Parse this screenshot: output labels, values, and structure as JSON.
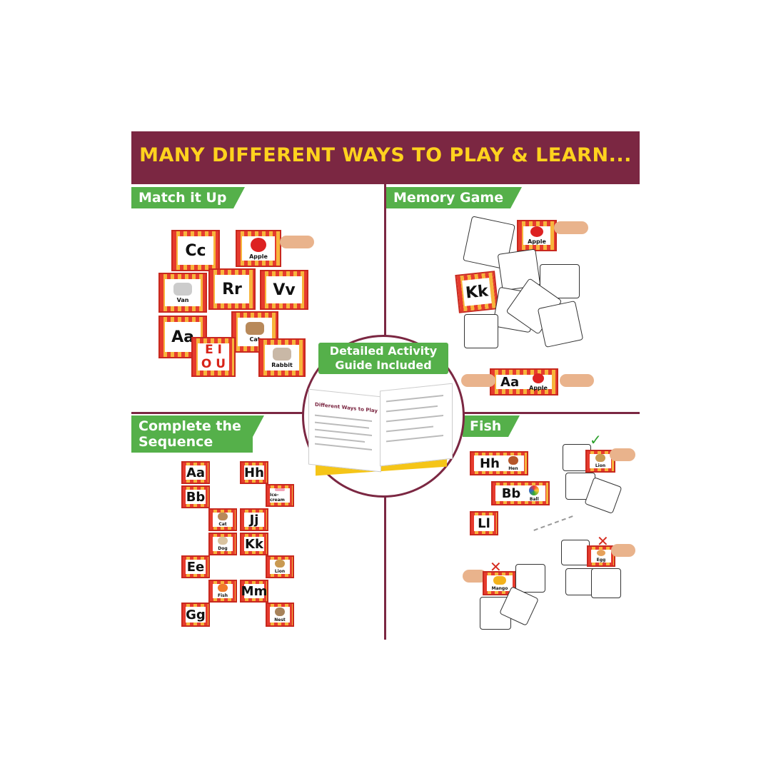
{
  "banner": {
    "title": "MANY DIFFERENT WAYS TO PLAY & LEARN..."
  },
  "sections": {
    "match": {
      "label": "Match it Up"
    },
    "memory": {
      "label": "Memory Game"
    },
    "sequence": {
      "label_line1": "Complete the",
      "label_line2": "Sequence"
    },
    "fish": {
      "label": "Fish"
    },
    "guide": {
      "label_line1": "Detailed Activity",
      "label_line2": "Guide Included",
      "booklet_title": "Different Ways to Play"
    }
  },
  "match_cards": {
    "cc": "Cc",
    "apple": "Apple",
    "van": "Van",
    "rr": "Rr",
    "vv": "Vv",
    "aa": "Aa",
    "cat": "Cat",
    "eiou_top": "E I",
    "eiou_bottom": "O U",
    "rabbit": "Rabbit"
  },
  "memory_cards": {
    "apple": "Apple",
    "kk": "Kk",
    "aa": "Aa",
    "apple2": "Apple"
  },
  "sequence_cards": {
    "aa": "Aa",
    "bb": "Bb",
    "hh": "Hh",
    "icecream": "Ice-cream",
    "cat": "Cat",
    "jj": "Jj",
    "dog": "Dog",
    "kk": "Kk",
    "ee": "Ee",
    "lion": "Lion",
    "fish": "Fish",
    "mm": "Mm",
    "gg": "Gg",
    "nest": "Nest"
  },
  "fish_cards": {
    "hh": "Hh",
    "hen": "Hen",
    "bb": "Bb",
    "ball": "Ball",
    "ll": "Ll",
    "lion": "Lion",
    "egg": "Egg",
    "mango": "Mango"
  },
  "marks": {
    "correct": "✓",
    "wrong": "✕"
  },
  "colors": {
    "banner": "#7b2742",
    "title": "#ffd21e",
    "tag": "#55b04a",
    "card_border": "#e63b2e",
    "card_stripe": "#f7b53c"
  }
}
